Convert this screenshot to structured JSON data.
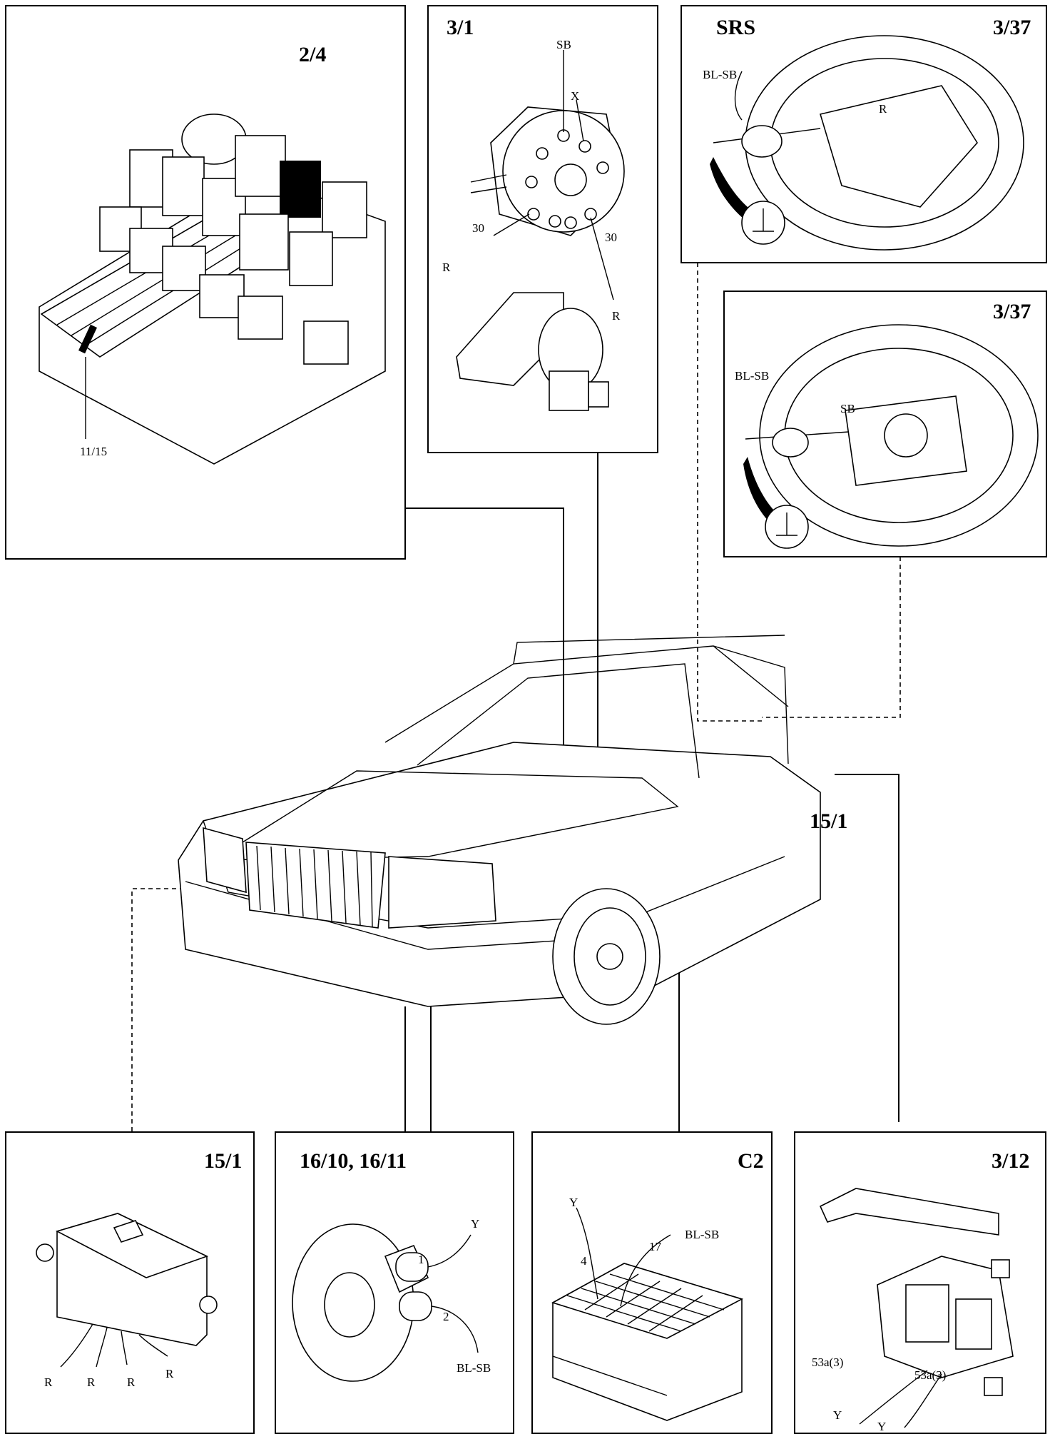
{
  "panels": {
    "relays": {
      "title": "2/4",
      "label_fuse": "11/15"
    },
    "ignition": {
      "title": "3/1",
      "label_sb": "SB",
      "label_x": "X",
      "label_30a": "30",
      "label_30b": "30",
      "label_r1": "R",
      "label_r2": "R"
    },
    "srs": {
      "title_left": "SRS",
      "title_right": "3/37",
      "label_blsb": "BL-SB",
      "label_r": "R"
    },
    "wheel": {
      "title": "3/37",
      "label_blsb": "BL-SB",
      "label_sb": "SB"
    },
    "module": {
      "title": "15/1",
      "wires": [
        "R",
        "R",
        "R",
        "R"
      ]
    },
    "horn": {
      "title": "16/10, 16/11",
      "label_y": "Y",
      "pin1": "1",
      "pin2": "2",
      "label_blsb": "BL-SB"
    },
    "connector": {
      "title": "C2",
      "label_y": "Y",
      "pin4": "4",
      "pin17": "17",
      "label_blsb": "BL-SB"
    },
    "stalk": {
      "title": "3/12",
      "label_53a_left": "53a(3)",
      "label_53a_right": "53a(3)",
      "label_y1": "Y",
      "label_y2": "Y"
    }
  },
  "callout": {
    "label": "15/1"
  },
  "icons": [
    "relay-box-icon",
    "ignition-switch-icon",
    "steering-wheel-icon",
    "ground-symbol-icon",
    "car-icon",
    "control-module-icon",
    "horn-icon",
    "connector-icon",
    "turn-signal-stalk-icon"
  ]
}
